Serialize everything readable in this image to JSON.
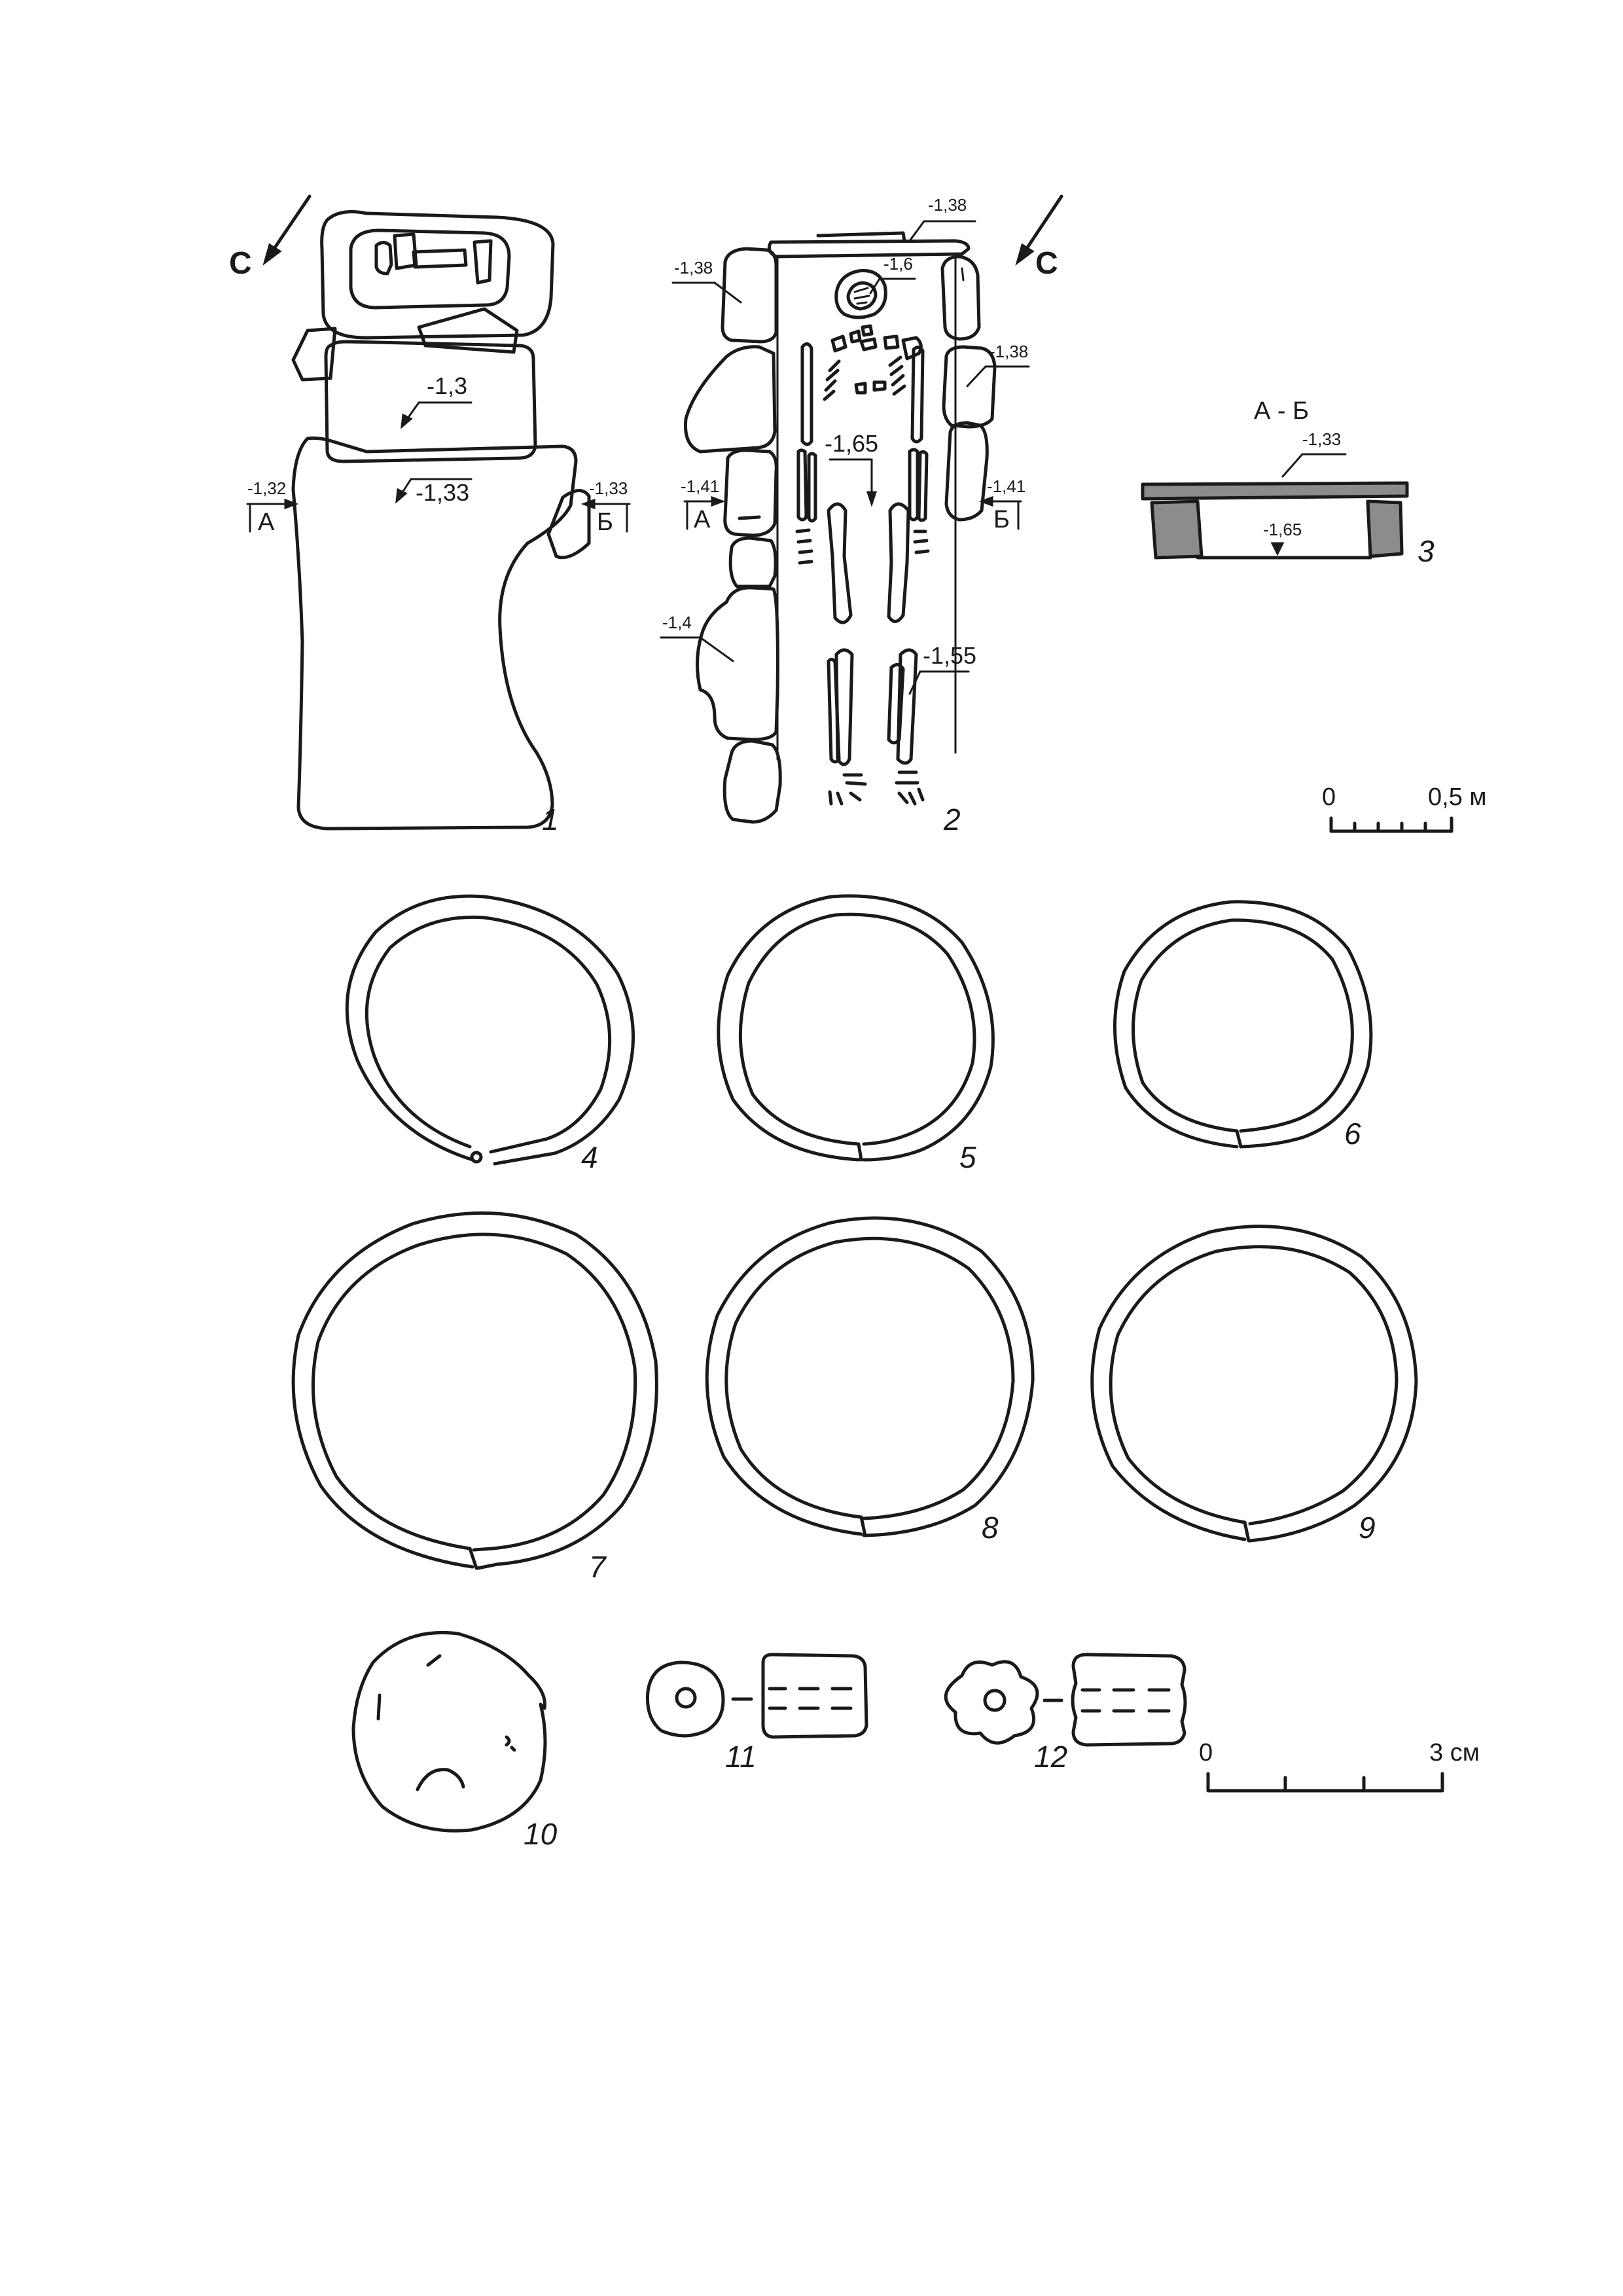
{
  "figure_numbers": [
    "1",
    "2",
    "3",
    "4",
    "5",
    "6",
    "7",
    "8",
    "9",
    "10",
    "11",
    "12"
  ],
  "north_label": "С",
  "fig1": {
    "elev_top": "-1,3",
    "elev_middle": "-1,33",
    "elev_left": "-1,32",
    "elev_right": "-1,33",
    "section_left": "А",
    "section_right": "Б"
  },
  "fig2": {
    "elev_lid": "-1,38",
    "elev_skull": "-1,6",
    "elev_left_top": "-1,38",
    "elev_right_top": "-1,38",
    "elev_floor": "-1,65",
    "elev_left_mid": "-1,41",
    "elev_right_mid": "-1,41",
    "elev_left_low": "-1,4",
    "elev_shin": "-1,55",
    "section_left": "А",
    "section_right": "Б"
  },
  "fig3": {
    "title": "А - Б",
    "elev_top": "-1,33",
    "elev_bottom": "-1,65"
  },
  "scale_m": {
    "start": "0",
    "end": "0,5 м"
  },
  "scale_cm": {
    "start": "0",
    "end": "3 см"
  },
  "colors": {
    "ink": "#1a1a1a",
    "slab": "#8c8c8c",
    "paper": "#ffffff"
  }
}
